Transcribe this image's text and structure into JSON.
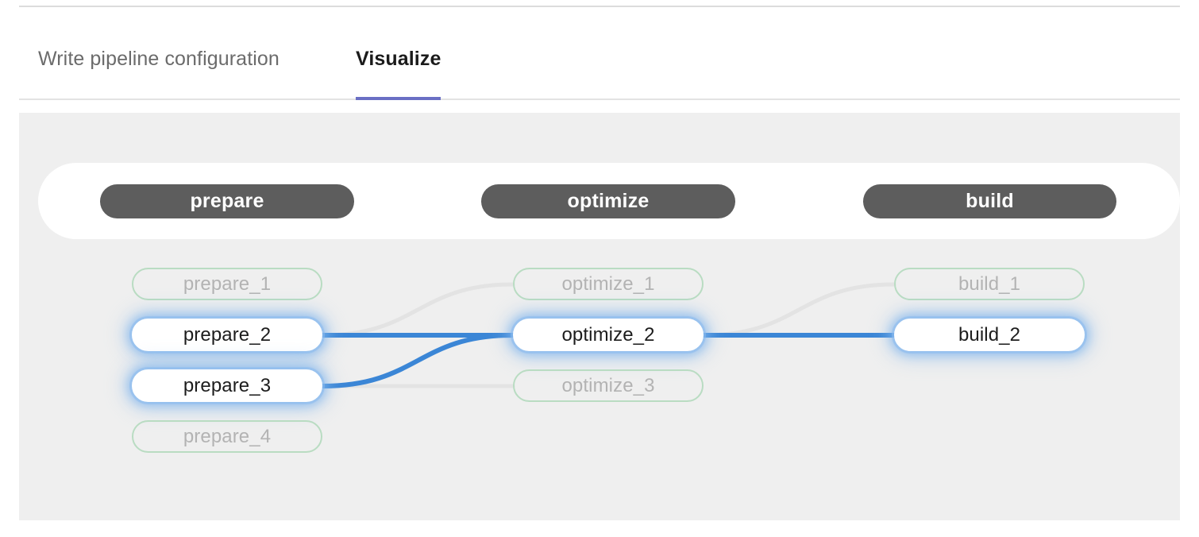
{
  "tabs": [
    {
      "id": "write",
      "label": "Write pipeline configuration",
      "active": false
    },
    {
      "id": "visualize",
      "label": "Visualize",
      "active": true
    }
  ],
  "colors": {
    "accent_underline": "#6a6fc4",
    "canvas_bg": "#efefef",
    "stage_pill_bg": "#5d5d5d",
    "stage_pill_text": "#ffffff",
    "node_border_dim": "#b9dcc2",
    "node_text_dim": "#b3b3b3",
    "node_text_active": "#1d1d1d",
    "edge_active": "#3b86d6",
    "edge_dim": "#e2e2e2",
    "node_glow": "#8dbbef"
  },
  "pipeline": {
    "stages": [
      {
        "id": "prepare",
        "label": "prepare"
      },
      {
        "id": "optimize",
        "label": "optimize"
      },
      {
        "id": "build",
        "label": "build"
      }
    ],
    "jobs": [
      {
        "id": "prepare_1",
        "label": "prepare_1",
        "stage": "prepare",
        "state": "dim"
      },
      {
        "id": "prepare_2",
        "label": "prepare_2",
        "stage": "prepare",
        "state": "highlighted"
      },
      {
        "id": "prepare_3",
        "label": "prepare_3",
        "stage": "prepare",
        "state": "highlighted"
      },
      {
        "id": "prepare_4",
        "label": "prepare_4",
        "stage": "prepare",
        "state": "dim"
      },
      {
        "id": "optimize_1",
        "label": "optimize_1",
        "stage": "optimize",
        "state": "dim"
      },
      {
        "id": "optimize_2",
        "label": "optimize_2",
        "stage": "optimize",
        "state": "highlighted"
      },
      {
        "id": "optimize_3",
        "label": "optimize_3",
        "stage": "optimize",
        "state": "dim"
      },
      {
        "id": "build_1",
        "label": "build_1",
        "stage": "build",
        "state": "dim"
      },
      {
        "id": "build_2",
        "label": "build_2",
        "stage": "build",
        "state": "highlighted"
      }
    ],
    "links": [
      {
        "from": "prepare_2",
        "to": "optimize_1",
        "state": "dim"
      },
      {
        "from": "prepare_2",
        "to": "optimize_2",
        "state": "active"
      },
      {
        "from": "prepare_3",
        "to": "optimize_2",
        "state": "active"
      },
      {
        "from": "prepare_3",
        "to": "optimize_3",
        "state": "dim"
      },
      {
        "from": "optimize_2",
        "to": "build_1",
        "state": "dim"
      },
      {
        "from": "optimize_2",
        "to": "build_2",
        "state": "active"
      }
    ]
  }
}
